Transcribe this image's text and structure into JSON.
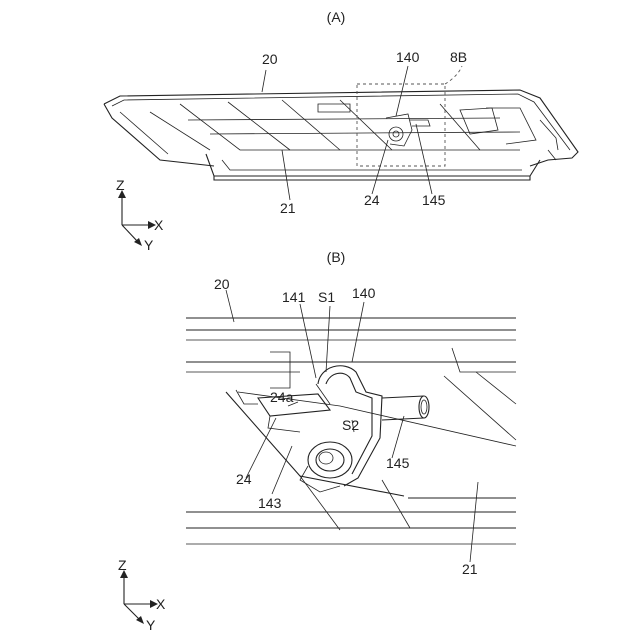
{
  "figure_a": {
    "title": "(A)",
    "labels": {
      "l20": "20",
      "l140": "140",
      "l8b": "8B",
      "l21": "21",
      "l24": "24",
      "l145": "145"
    },
    "axes": {
      "z": "Z",
      "x": "X",
      "y": "Y"
    }
  },
  "figure_b": {
    "title": "(B)",
    "labels": {
      "l20": "20",
      "l141": "141",
      "ls1": "S1",
      "l140": "140",
      "l24a": "24a",
      "ls2": "S2",
      "l24": "24",
      "l145": "145",
      "l143": "143",
      "l21": "21"
    },
    "axes": {
      "z": "Z",
      "x": "X",
      "y": "Y"
    }
  }
}
